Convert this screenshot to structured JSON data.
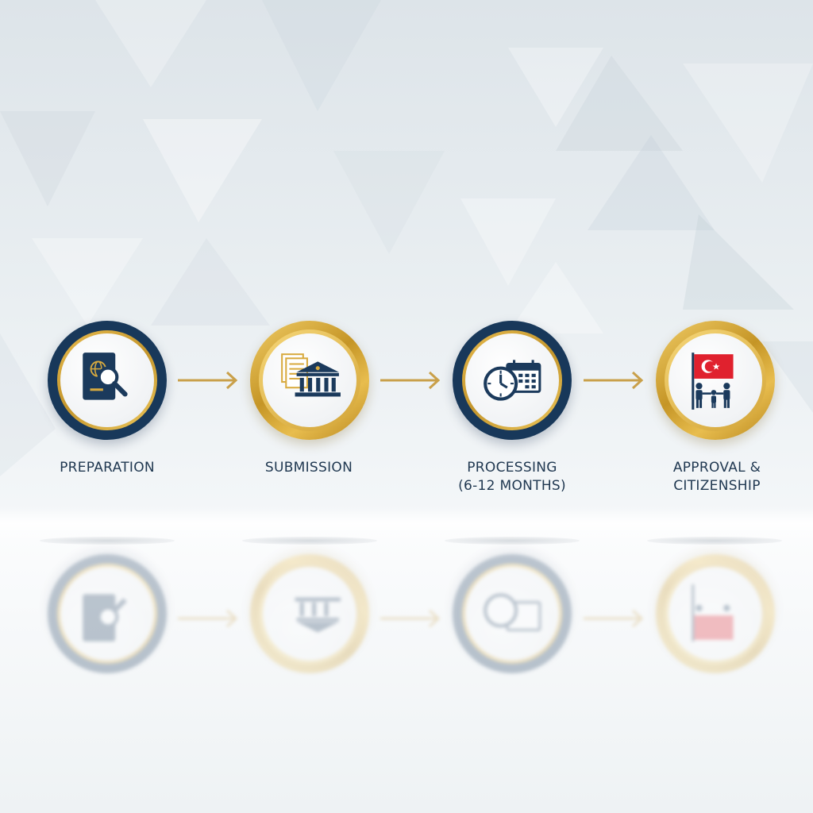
{
  "steps": [
    {
      "id": "preparation",
      "label_lines": [
        "PREPARATION"
      ],
      "ring": "navy",
      "icon": "passport-search-icon"
    },
    {
      "id": "submission",
      "label_lines": [
        "SUBMISSION"
      ],
      "ring": "gold",
      "icon": "documents-government-building-icon"
    },
    {
      "id": "processing",
      "label_lines": [
        "PROCESSING",
        "(6-12 MONTHS)"
      ],
      "ring": "navy",
      "icon": "clock-calendar-icon"
    },
    {
      "id": "approval",
      "label_lines": [
        "APPROVAL &",
        "CITIZENSHIP"
      ],
      "ring": "gold",
      "icon": "flag-family-icon"
    }
  ],
  "colors": {
    "navy": "#18385a",
    "gold": "#d1a238",
    "flag_red": "#e0212e",
    "text": "#1f3750"
  }
}
